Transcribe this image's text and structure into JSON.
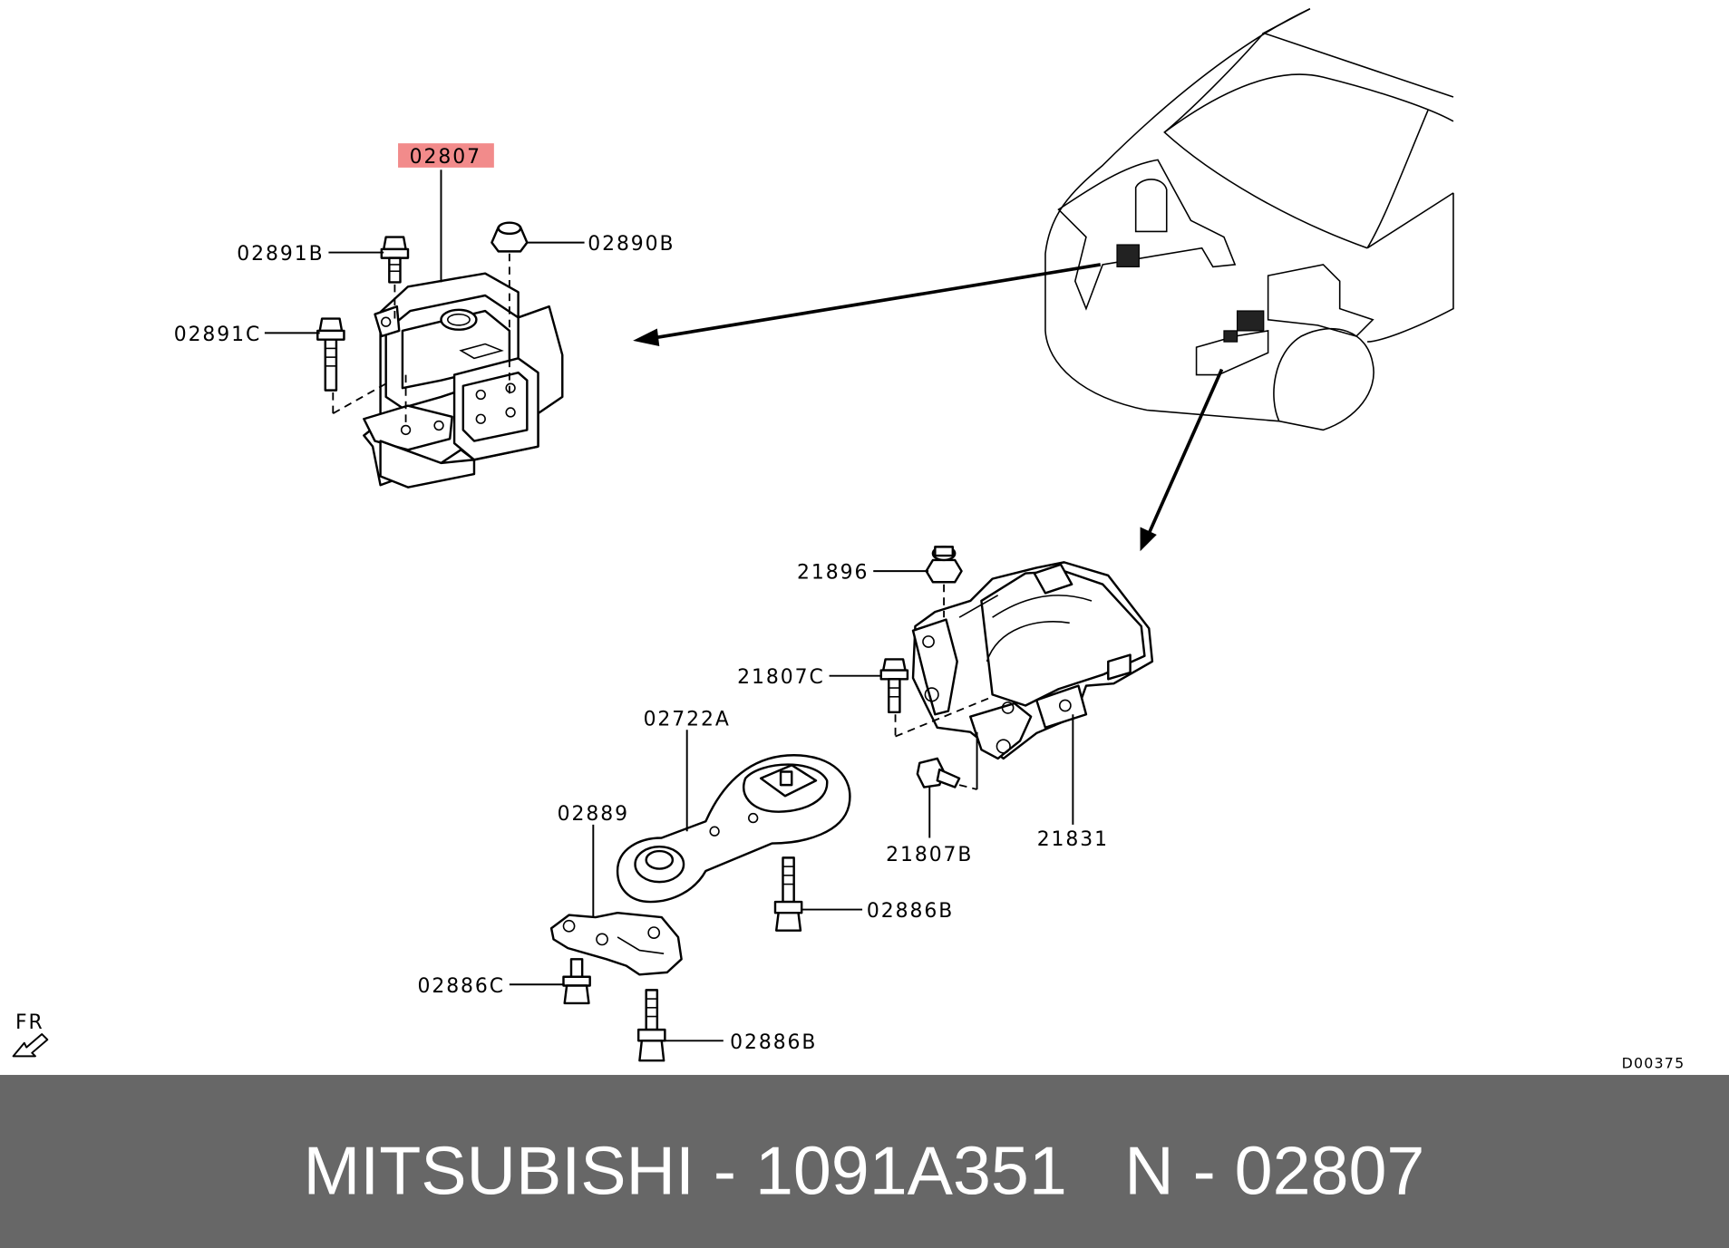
{
  "callouts": {
    "c02807": "02807",
    "c02891B": "02891B",
    "c02890B": "02890B",
    "c02891C": "02891C",
    "c21896": "21896",
    "c21807C": "21807C",
    "c02722A": "02722A",
    "c02889": "02889",
    "c21807B": "21807B",
    "c21831": "21831",
    "c02886B_top": "02886B",
    "c02886C": "02886C",
    "c02886B_bottom": "02886B"
  },
  "direction_label": "FR",
  "diagram_code": "D00375",
  "banner": {
    "brand_part": "MITSUBISHI - 1091A351",
    "ref": "N - 02807"
  },
  "colors": {
    "highlight": "#f28b8b",
    "banner_bg": "#676767",
    "banner_text": "#ffffff"
  }
}
